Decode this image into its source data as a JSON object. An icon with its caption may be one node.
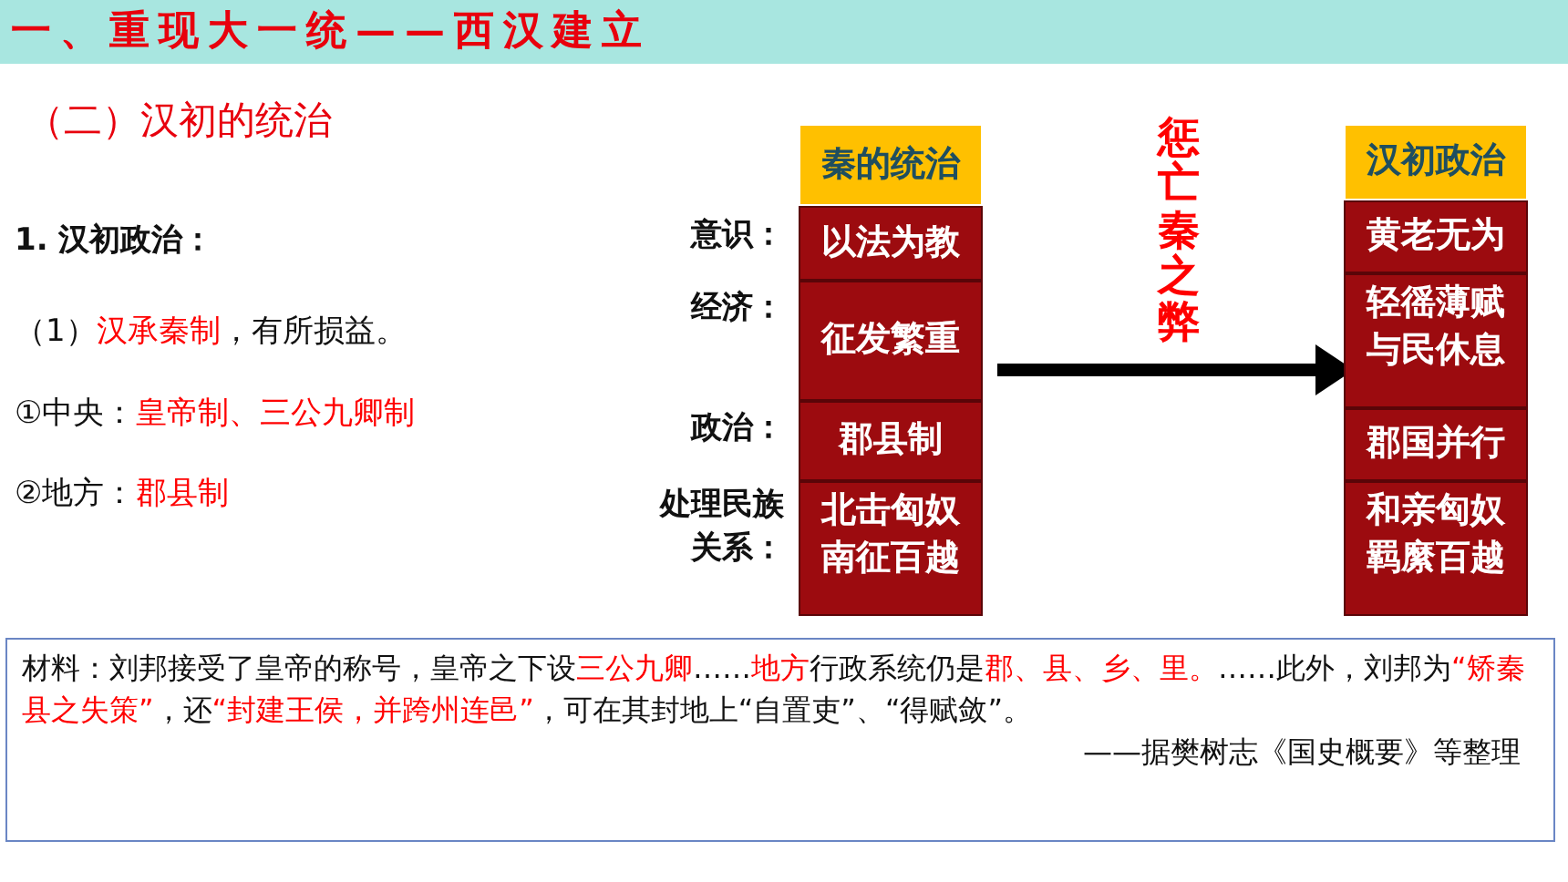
{
  "diagram": {
    "title": "一、重现大一统——西汉建立",
    "nodes": [
      {
        "text": [
          "秦的统治"
        ]
      },
      {
        "text": [
          "以法为教"
        ],
        "beside": [
          "意识："
        ]
      },
      {
        "text": [
          "征发繁重"
        ],
        "beside": [
          "经济："
        ]
      },
      {
        "text": [
          "郡县制"
        ],
        "beside": [
          "政治："
        ]
      },
      {
        "text": [
          "北击匈奴南征百越"
        ],
        "beside": [
          "处理民族关系："
        ]
      },
      {
        "text": [
          "汉初政治"
        ]
      },
      {
        "text": [
          "黄老无为"
        ]
      },
      {
        "text": [
          "轻徭薄赋与民休息"
        ]
      },
      {
        "text": [
          "郡国并行"
        ]
      },
      {
        "text": [
          "和亲匈奴羁縻百越"
        ]
      },
      {
        "text": [
          "材料：刘邦接受了皇帝的称号，皇帝之下设**三公九卿**……**地方**行政系统仍是**郡、县、乡、里。**……此外，刘邦为**“矫秦县之失策”**，还**“封建王侯，并跨州连邑”**，可在其封地上“自置吏”、“得赋敛”。",
          "——据樊树志《国史概要》等整理"
        ]
      }
    ],
    "edges": [
      {
        "from": 2,
        "to": 7,
        "arrow": "to",
        "label": "惩亡秦之弊"
      }
    ],
    "labels": [
      "（二）汉初的统治",
      "1. 汉初政治：",
      "（1）**汉承秦制**，有所损益。",
      "①中央：**皇帝制、三公九卿制**",
      "②地方：**郡县制**"
    ]
  }
}
